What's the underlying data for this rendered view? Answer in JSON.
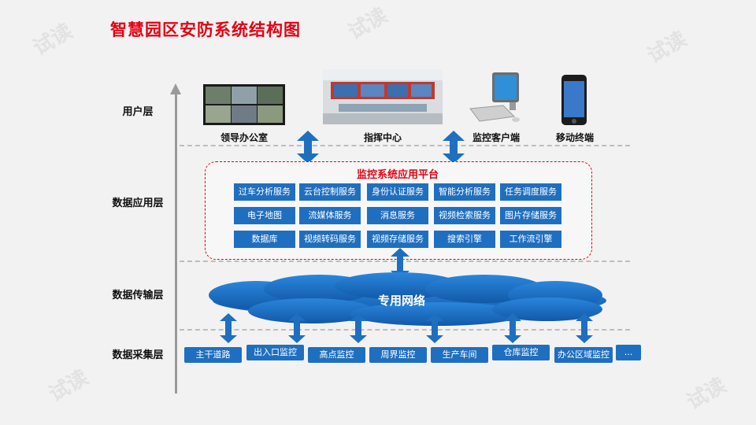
{
  "title": "智慧园区安防系统结构图",
  "layers": {
    "user": "用户层",
    "app": "数据应用层",
    "transport": "数据传输层",
    "collect": "数据采集层"
  },
  "devices": [
    {
      "label": "领导办公室",
      "icon": "video-wall-icon"
    },
    {
      "label": "指挥中心",
      "icon": "command-center-icon"
    },
    {
      "label": "监控客户端",
      "icon": "desktop-computer-icon"
    },
    {
      "label": "移动终端",
      "icon": "smartphone-icon"
    }
  ],
  "platform": {
    "title": "监控系统应用平台",
    "services": [
      [
        "过车分析服务",
        "云台控制服务",
        "身份认证服务",
        "智能分析服务",
        "任务调度服务"
      ],
      [
        "电子地图",
        "流媒体服务",
        "消息服务",
        "视频检索服务",
        "图片存储服务"
      ],
      [
        "数据库",
        "视频转码服务",
        "视频存储服务",
        "搜索引擎",
        "工作流引擎"
      ]
    ]
  },
  "network": "专用网络",
  "sources": [
    "主干道路",
    "出入口监控",
    "高点监控",
    "周界监控",
    "生产车间",
    "仓库监控",
    "办公区域监控",
    "..."
  ],
  "watermark": "试读",
  "colors": {
    "accent": "#e60012",
    "primary": "#1f6fc0",
    "arrow": "#1f6fc0"
  }
}
